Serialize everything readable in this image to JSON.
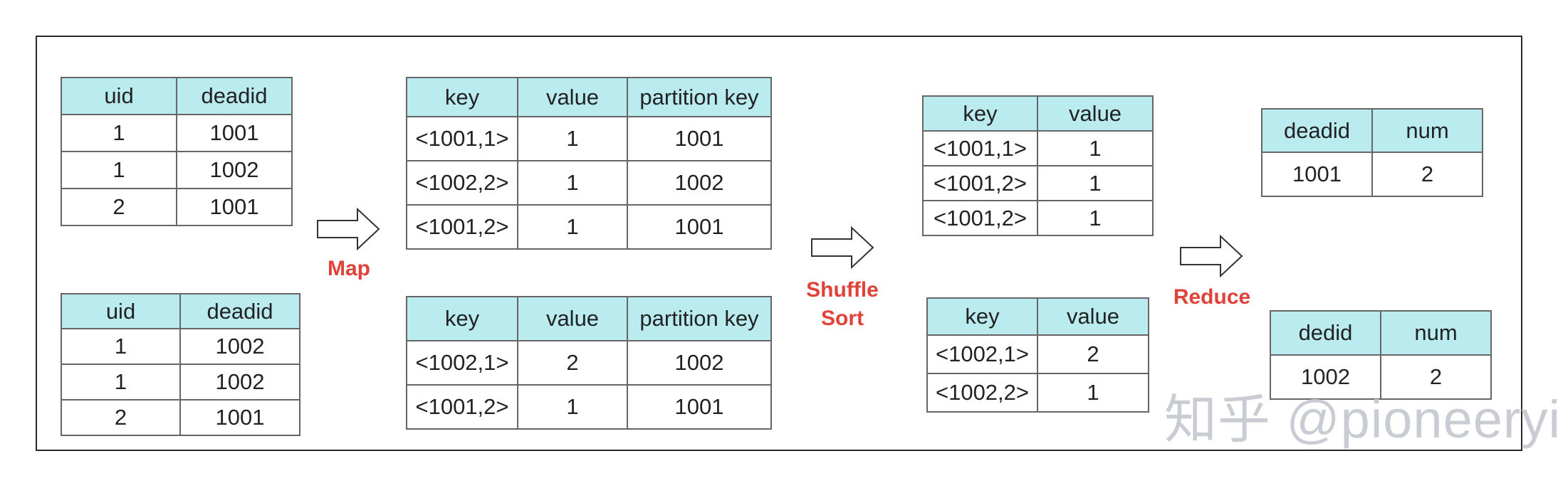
{
  "input_tables": [
    {
      "headers": [
        "uid",
        "deadid"
      ],
      "rows": [
        [
          "1",
          "1001"
        ],
        [
          "1",
          "1002"
        ],
        [
          "2",
          "1001"
        ]
      ]
    },
    {
      "headers": [
        "uid",
        "deadid"
      ],
      "rows": [
        [
          "1",
          "1002"
        ],
        [
          "1",
          "1002"
        ],
        [
          "2",
          "1001"
        ]
      ]
    }
  ],
  "map_tables": [
    {
      "headers": [
        "key",
        "value",
        "partition key"
      ],
      "rows": [
        [
          "<1001,1>",
          "1",
          "1001"
        ],
        [
          "<1002,2>",
          "1",
          "1002"
        ],
        [
          "<1001,2>",
          "1",
          "1001"
        ]
      ]
    },
    {
      "headers": [
        "key",
        "value",
        "partition key"
      ],
      "rows": [
        [
          "<1002,1>",
          "2",
          "1002"
        ],
        [
          "<1001,2>",
          "1",
          "1001"
        ]
      ]
    }
  ],
  "shuffle_tables": [
    {
      "headers": [
        "key",
        "value"
      ],
      "rows": [
        [
          "<1001,1>",
          "1"
        ],
        [
          "<1001,2>",
          "1"
        ],
        [
          "<1001,2>",
          "1"
        ]
      ]
    },
    {
      "headers": [
        "key",
        "value"
      ],
      "rows": [
        [
          "<1002,1>",
          "2"
        ],
        [
          "<1002,2>",
          "1"
        ]
      ]
    }
  ],
  "reduce_tables": [
    {
      "headers": [
        "deadid",
        "num"
      ],
      "rows": [
        [
          "1001",
          "2"
        ]
      ]
    },
    {
      "headers": [
        "dedid",
        "num"
      ],
      "rows": [
        [
          "1002",
          "2"
        ]
      ]
    }
  ],
  "labels": {
    "map": "Map",
    "shuffle": "Shuffle",
    "sort": "Sort",
    "reduce": "Reduce"
  },
  "watermark": "知乎 @pioneeryi",
  "colors": {
    "header_bg": "#b9ebef",
    "label": "#e0423a",
    "border": "#666666"
  }
}
